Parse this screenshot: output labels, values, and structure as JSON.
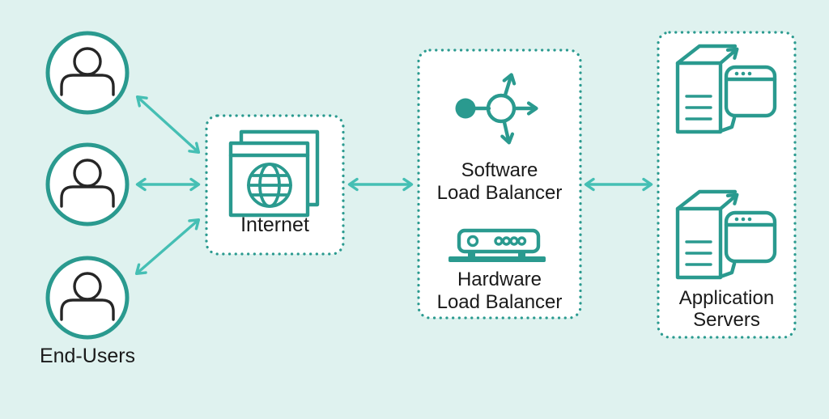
{
  "title": "Load balancer architecture diagram",
  "palette": {
    "background": "#dff2ef",
    "stroke_teal": "#2a9a8f",
    "arrow_teal": "#45bfb4",
    "icon_dark": "#262626",
    "text": "#1a1a1a",
    "box_fill": "#ffffff"
  },
  "nodes": {
    "end_users": {
      "label": "End-Users",
      "icon": "user-icon",
      "count": 3
    },
    "internet": {
      "label": "Internet",
      "icon": "browser-globe-icon"
    },
    "software_lb": {
      "label": "Software\nLoad Balancer",
      "icon": "load-distribution-icon"
    },
    "hardware_lb": {
      "label": "Hardware\nLoad Balancer",
      "icon": "network-appliance-icon"
    },
    "application_servers": {
      "label": "Application\nServers",
      "icon": "server-tower-icon",
      "count": 2
    }
  },
  "connections": [
    {
      "from": "end-user-1",
      "to": "internet",
      "bidirectional": true
    },
    {
      "from": "end-user-2",
      "to": "internet",
      "bidirectional": true
    },
    {
      "from": "end-user-3",
      "to": "internet",
      "bidirectional": true
    },
    {
      "from": "internet",
      "to": "load-balancers",
      "bidirectional": true
    },
    {
      "from": "load-balancers",
      "to": "application-servers",
      "bidirectional": true
    }
  ]
}
